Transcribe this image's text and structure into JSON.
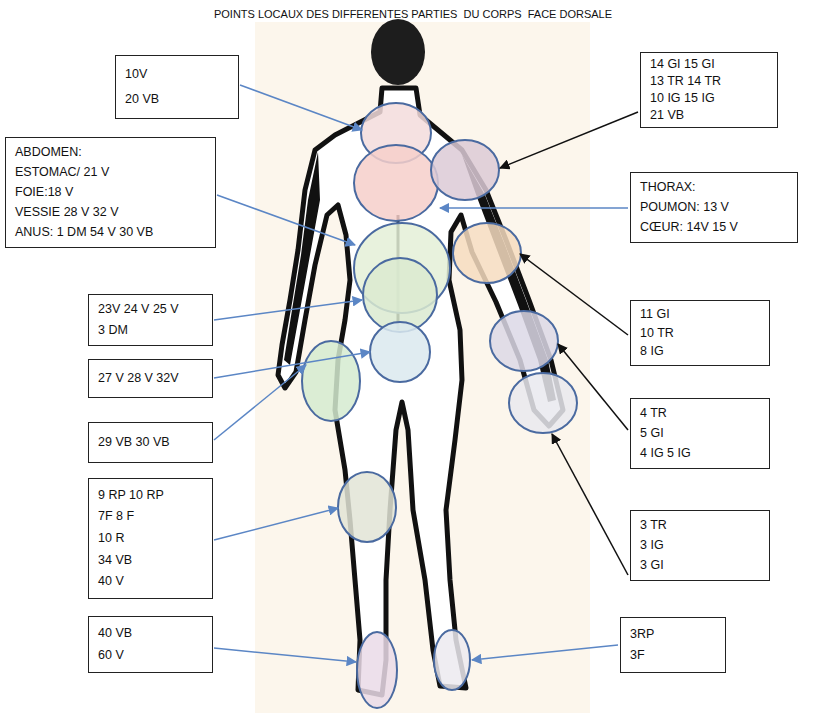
{
  "diagram": {
    "title": "POINTS LOCAUX DES DIFFERENTES PARTIES  DU CORPS  FACE DORSALE",
    "nodes": [
      {
        "text": [
          "10V",
          "20 VB"
        ]
      },
      {
        "text": [
          "14 GI 15 GI",
          "13 TR 14 TR",
          "10 IG 15 IG",
          "21 VB"
        ]
      },
      {
        "text": [
          "ABDOMEN:",
          "ESTOMAC/ 21 V",
          "FOIE:18 V",
          "VESSIE 28 V 32 V",
          "ANUS: 1 DM 54 V 30 VB"
        ]
      },
      {
        "text": [
          "THORAX:",
          "POUMON: 13 V",
          "CŒUR: 14V 15 V"
        ]
      },
      {
        "text": [
          "23V 24 V 25 V",
          "3 DM"
        ]
      },
      {
        "text": [
          "11 GI",
          "10 TR",
          "8 IG"
        ]
      },
      {
        "text": [
          "27 V 28 V 32V"
        ]
      },
      {
        "text": [
          "4 TR",
          "5 GI",
          "4 IG 5 IG"
        ]
      },
      {
        "text": [
          "29 VB 30 VB"
        ]
      },
      {
        "text": [
          "9 RP 10 RP",
          "7F 8 F",
          "10 R",
          "34 VB",
          "40 V"
        ]
      },
      {
        "text": [
          "3 TR",
          "3 IG",
          "3 GI"
        ]
      },
      {
        "text": [
          "40 VB",
          "60 V"
        ]
      },
      {
        "text": [
          "3RP",
          "3F"
        ]
      }
    ]
  }
}
